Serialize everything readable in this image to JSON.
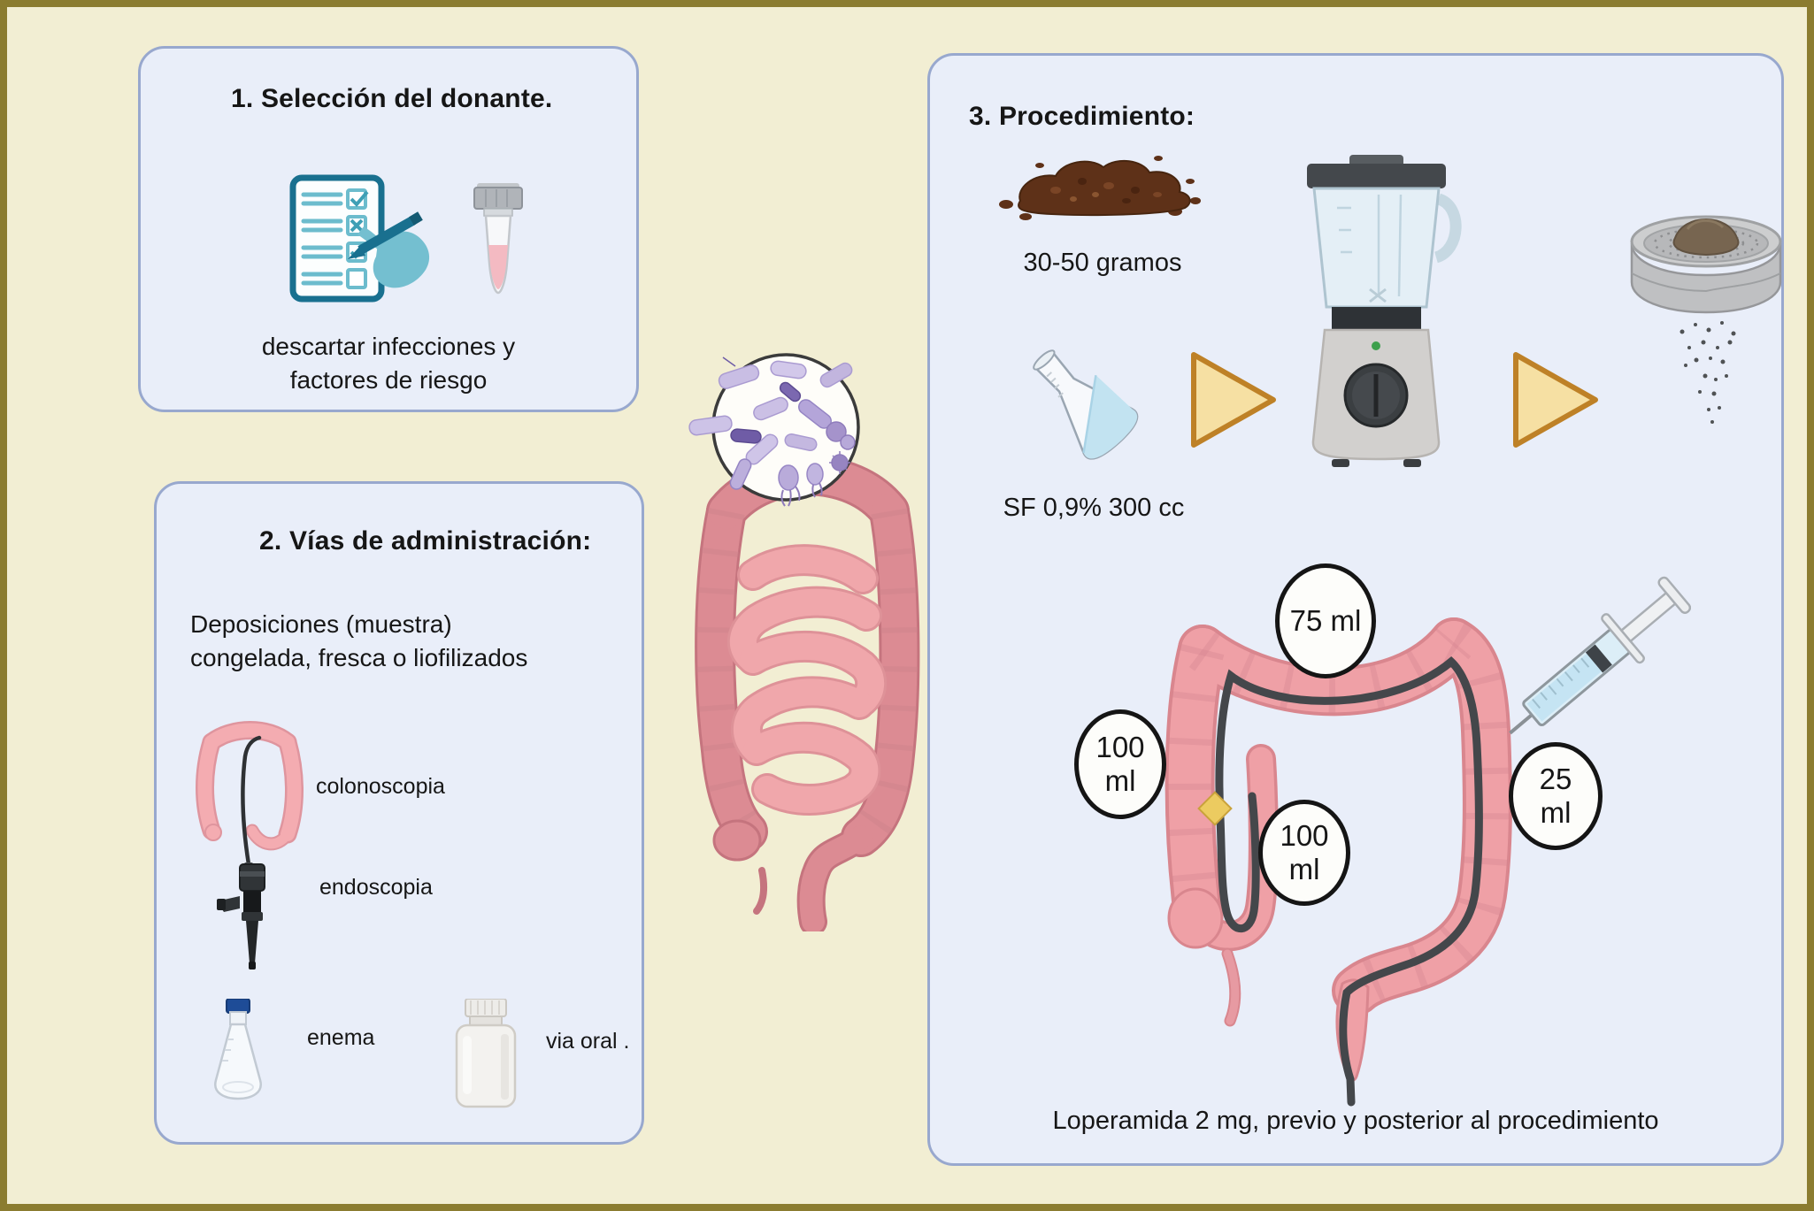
{
  "panel1": {
    "title": "1.  Selección del donante.",
    "note_line1": "descartar infecciones y",
    "note_line2": "factores de riesgo"
  },
  "panel2": {
    "title": "2. Vías de administración:",
    "intro_line1": "Deposiciones (muestra)",
    "intro_line2": "congelada, fresca  o liofilizados",
    "items": [
      {
        "label": "colonoscopia"
      },
      {
        "label": "endoscopia"
      },
      {
        "label": "enema"
      },
      {
        "label": "via oral ."
      }
    ]
  },
  "panel3": {
    "title": "3. Procedimiento:",
    "stool_label": "30-50 gramos",
    "saline_label": "SF 0,9% 300 cc",
    "volumes": [
      {
        "line1": "75 ml",
        "line2": ""
      },
      {
        "line1": "100",
        "line2": "ml"
      },
      {
        "line1": "100",
        "line2": "ml"
      },
      {
        "line1": "25",
        "line2": "ml"
      }
    ],
    "footer": "Loperamida 2 mg, previo y posterior al procedimiento"
  },
  "colors": {
    "background": "#f2eed3",
    "frame_border": "#8b7c30",
    "panel_fill": "#e9eef9",
    "panel_border": "#98a8ce",
    "arrow_fill": "#f6e0a3",
    "arrow_border": "#be8127",
    "colon_pink": "#efa0a6",
    "bacteria_purple": "#8f7cbb",
    "teal_icon": "#19708f"
  }
}
